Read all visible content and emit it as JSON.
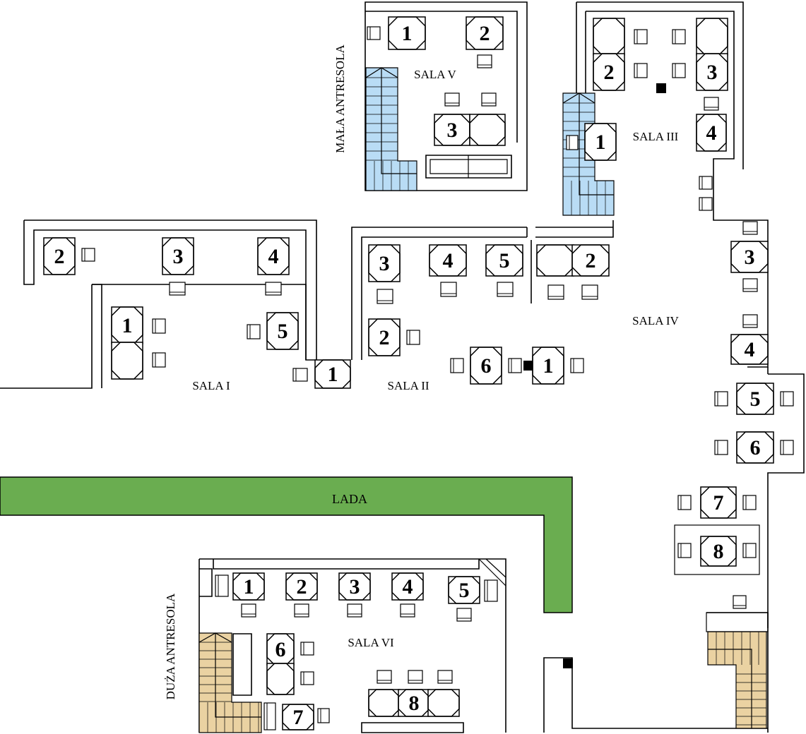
{
  "colors": {
    "counter": "#6aad50",
    "stairs_blue": "#b9dcf5",
    "stairs_tan": "#ead2a2"
  },
  "labels": {
    "sala1": "SALA I",
    "sala2": "SALA II",
    "sala3": "SALA III",
    "sala4": "SALA IV",
    "sala5": "SALA V",
    "sala6": "SALA VI",
    "lada": "LADA",
    "mala_antresola": "MAŁA ANTRESOLA",
    "duza_antresola": "DUŻA ANTRESOLA"
  },
  "tables": {
    "s1": [
      "1",
      "2",
      "3",
      "4",
      "5"
    ],
    "s2": [
      "1",
      "2",
      "3",
      "4",
      "5",
      "6"
    ],
    "s3": [
      "1",
      "2",
      "3",
      "4"
    ],
    "s4": [
      "1",
      "2",
      "3",
      "4",
      "5",
      "6",
      "7",
      "8"
    ],
    "s5": [
      "1",
      "2",
      "3"
    ],
    "s6": [
      "1",
      "2",
      "3",
      "4",
      "5",
      "6",
      "7",
      "8"
    ]
  }
}
